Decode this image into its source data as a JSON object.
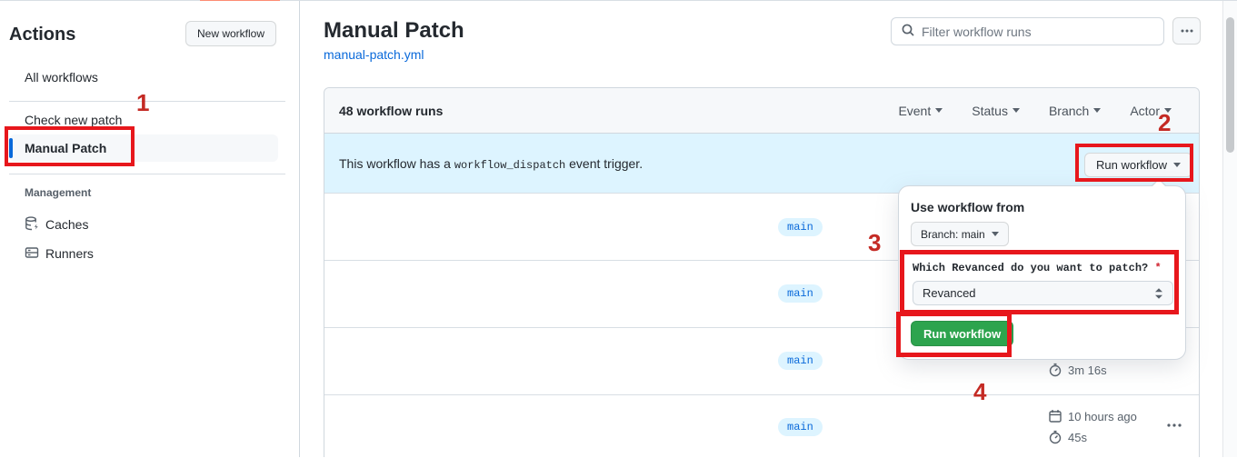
{
  "annotations": {
    "step1": "1",
    "step2": "2",
    "step3": "3",
    "step4": "4",
    "box_color": "#e7171c",
    "number_color": "#c42a24"
  },
  "sidebar": {
    "title": "Actions",
    "new_workflow_label": "New workflow",
    "items": [
      {
        "label": "All workflows",
        "selected": false
      },
      {
        "label": "Check new patch",
        "selected": false
      },
      {
        "label": "Manual Patch",
        "selected": true
      }
    ],
    "management": {
      "section_label": "Management",
      "items": [
        {
          "label": "Caches",
          "icon": "cache-icon"
        },
        {
          "label": "Runners",
          "icon": "runners-icon"
        }
      ]
    }
  },
  "header": {
    "title": "Manual Patch",
    "file_link": "manual-patch.yml",
    "filter_placeholder": "Filter workflow runs",
    "kebab_icon": "kebab-horizontal"
  },
  "runs_panel": {
    "count_label": "48 workflow runs",
    "filters": [
      {
        "label": "Event"
      },
      {
        "label": "Status"
      },
      {
        "label": "Branch"
      },
      {
        "label": "Actor"
      }
    ],
    "banner": {
      "text_before": "This workflow has a",
      "code": "workflow_dispatch",
      "text_after": "event trigger.",
      "run_workflow_label": "Run workflow"
    },
    "rows": [
      {
        "branch": "main"
      },
      {
        "branch": "main"
      },
      {
        "branch": "main",
        "duration": "3m 16s"
      },
      {
        "branch": "main",
        "time": "10 hours ago",
        "duration": "45s"
      }
    ]
  },
  "popup": {
    "heading": "Use workflow from",
    "branch_button_label": "Branch: main",
    "input_label": "Which Revanced do you want to patch?",
    "required_marker": "*",
    "select_value": "Revanced",
    "run_button_label": "Run workflow"
  },
  "colors": {
    "accent_blue": "#0969da",
    "banner_bg": "#ddf4ff",
    "badge_bg": "#ddf4ff",
    "green_button": "#2da44e",
    "tab_underline_orange": "#fd8c73",
    "border": "#d0d7de",
    "muted_text": "#57606a"
  }
}
